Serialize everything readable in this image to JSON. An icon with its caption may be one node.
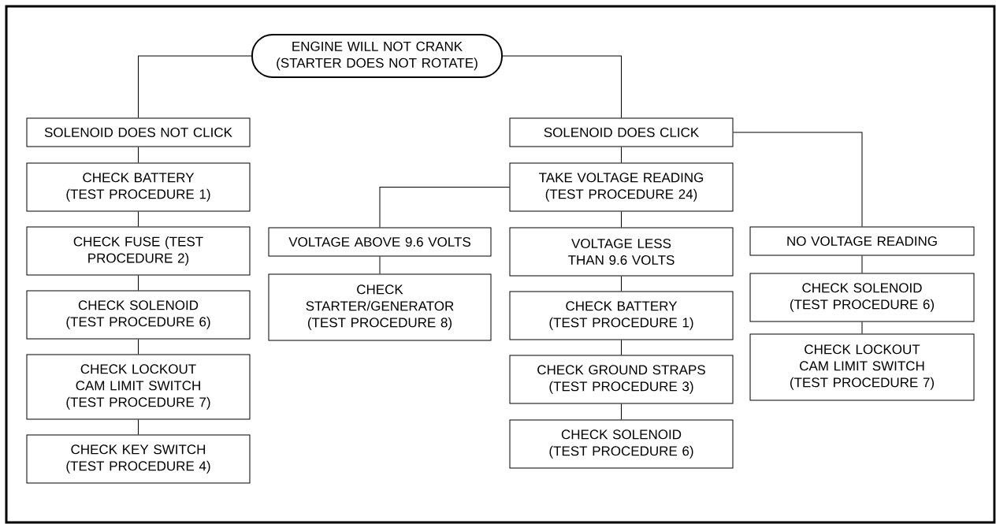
{
  "diagram": {
    "nodes": [
      {
        "text": [
          "ENGINE WILL NOT CRANK (STARTER DOES NOT ROTATE)"
        ]
      },
      {
        "text": [
          "SOLENOID DOES NOT CLICK"
        ]
      },
      {
        "text": [
          "CHECK BATTERY (TEST PROCEDURE 1)"
        ]
      },
      {
        "text": [
          "CHECK FUSE (TEST PROCEDURE 2)"
        ]
      },
      {
        "text": [
          "CHECK SOLENOID (TEST PROCEDURE 6)"
        ]
      },
      {
        "text": [
          "CHECK LOCKOUT CAM LIMIT SWITCH (TEST PROCEDURE 7)"
        ]
      },
      {
        "text": [
          "CHECK KEY SWITCH (TEST PROCEDURE 4)"
        ]
      },
      {
        "text": [
          "SOLENOID DOES CLICK"
        ]
      },
      {
        "text": [
          "TAKE VOLTAGE READING (TEST PROCEDURE 24)"
        ]
      },
      {
        "text": [
          "VOLTAGE ABOVE 9.6 VOLTS"
        ]
      },
      {
        "text": [
          "CHECK STARTER/GENERATOR (TEST PROCEDURE 8)"
        ]
      },
      {
        "text": [
          "VOLTAGE LESS THAN 9.6 VOLTS"
        ]
      },
      {
        "text": [
          "CHECK BATTERY (TEST PROCEDURE 1)"
        ]
      },
      {
        "text": [
          "CHECK GROUND STRAPS (TEST PROCEDURE 3)"
        ]
      },
      {
        "text": [
          "CHECK SOLENOID (TEST PROCEDURE 6)"
        ]
      },
      {
        "text": [
          "NO VOLTAGE READING"
        ]
      },
      {
        "text": [
          "CHECK SOLENOID (TEST PROCEDURE 6)"
        ]
      },
      {
        "text": [
          "CHECK LOCKOUT CAM LIMIT SWITCH (TEST PROCEDURE 7)"
        ]
      }
    ],
    "edges": [
      {
        "from": 0,
        "to": 1,
        "arrow": "none"
      },
      {
        "from": 0,
        "to": 7,
        "arrow": "none"
      },
      {
        "from": 1,
        "to": 2,
        "arrow": "none"
      },
      {
        "from": 2,
        "to": 3,
        "arrow": "none"
      },
      {
        "from": 3,
        "to": 4,
        "arrow": "none"
      },
      {
        "from": 4,
        "to": 5,
        "arrow": "none"
      },
      {
        "from": 5,
        "to": 6,
        "arrow": "none"
      },
      {
        "from": 7,
        "to": 8,
        "arrow": "none"
      },
      {
        "from": 7,
        "to": 15,
        "arrow": "none"
      },
      {
        "from": 8,
        "to": 9,
        "arrow": "none"
      },
      {
        "from": 8,
        "to": 11,
        "arrow": "none"
      },
      {
        "from": 9,
        "to": 10,
        "arrow": "none"
      },
      {
        "from": 11,
        "to": 12,
        "arrow": "none"
      },
      {
        "from": 12,
        "to": 13,
        "arrow": "none"
      },
      {
        "from": 13,
        "to": 14,
        "arrow": "none"
      },
      {
        "from": 15,
        "to": 16,
        "arrow": "none"
      },
      {
        "from": 16,
        "to": 17,
        "arrow": "none"
      }
    ]
  }
}
